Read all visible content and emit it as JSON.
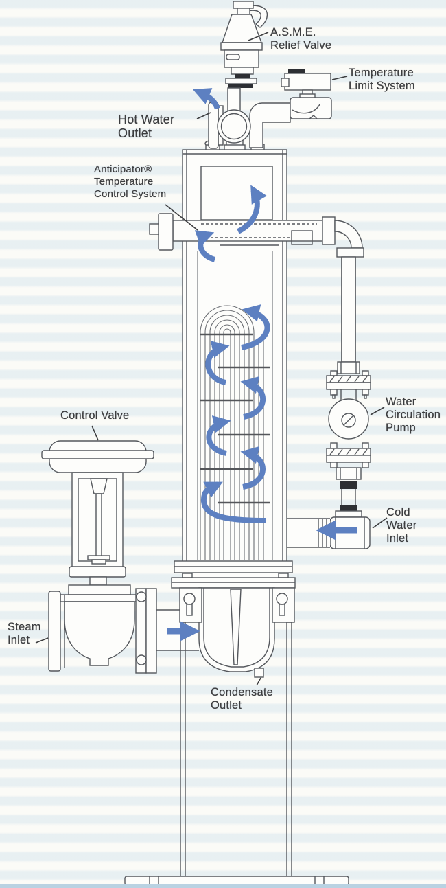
{
  "diagram": {
    "description": "Steam water heater cutaway diagram",
    "labels": {
      "relief_valve": {
        "lines": [
          "A.S.M.E.",
          "Relief Valve"
        ]
      },
      "temperature_limit": {
        "lines": [
          "Temperature",
          "Limit System"
        ]
      },
      "hot_water_outlet": {
        "lines": [
          "Hot Water",
          "Outlet"
        ]
      },
      "anticipator": {
        "lines": [
          "Anticipator®",
          "Temperature",
          "Control System"
        ]
      },
      "control_valve": {
        "lines": [
          "Control Valve"
        ]
      },
      "circulation_pump": {
        "lines": [
          "Water",
          "Circulation",
          "Pump"
        ]
      },
      "cold_water_inlet": {
        "lines": [
          "Cold",
          "Water",
          "Inlet"
        ]
      },
      "steam_inlet": {
        "lines": [
          "Steam",
          "Inlet"
        ]
      },
      "condensate_outlet": {
        "lines": [
          "Condensate",
          "Outlet"
        ]
      }
    },
    "colors": {
      "flow_arrow": "#5d80c1",
      "line": "#54575c",
      "label_text": "#3c3d3f",
      "background_stripe": "#d8e6ee",
      "paper": "#fbfbf8"
    }
  }
}
